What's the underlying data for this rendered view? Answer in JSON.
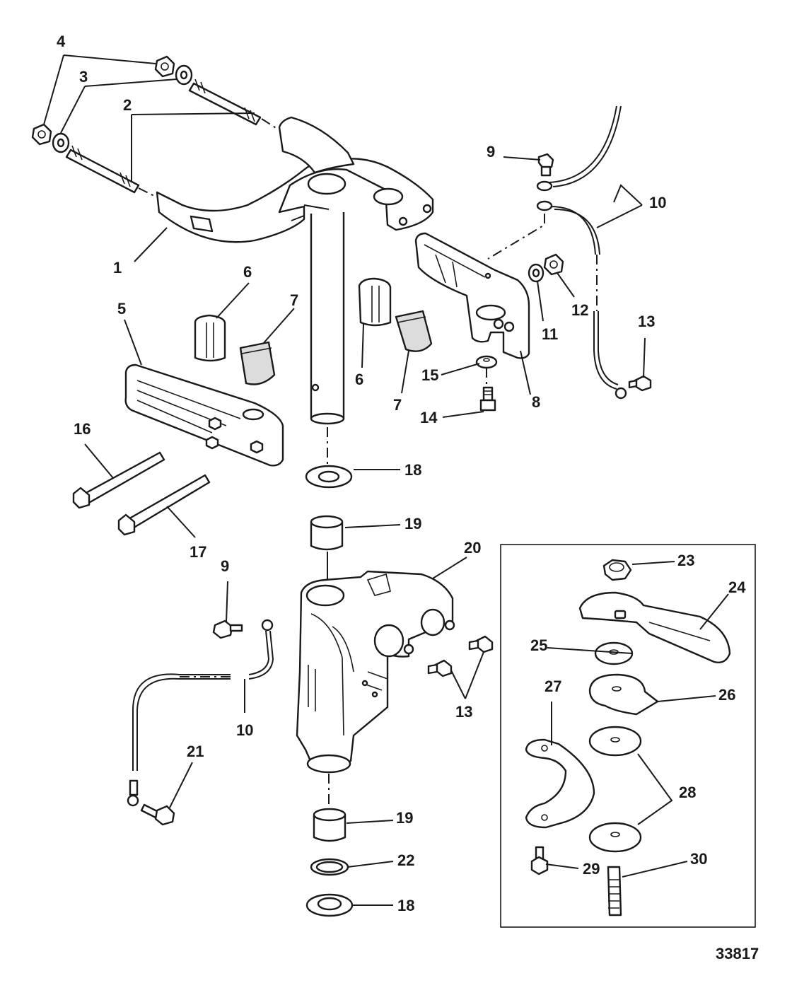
{
  "figure_number": "33817",
  "callouts": {
    "c1": "1",
    "c2": "2",
    "c3": "3",
    "c4": "4",
    "c5": "5",
    "c6a": "6",
    "c6b": "6",
    "c7a": "7",
    "c7b": "7",
    "c8": "8",
    "c9a": "9",
    "c9b": "9",
    "c10a": "10",
    "c10b": "10",
    "c11": "11",
    "c12": "12",
    "c13a": "13",
    "c13b": "13",
    "c14": "14",
    "c15": "15",
    "c16": "16",
    "c17": "17",
    "c18a": "18",
    "c18b": "18",
    "c19a": "19",
    "c19b": "19",
    "c20": "20",
    "c21": "21",
    "c22": "22",
    "c23": "23",
    "c24": "24",
    "c25": "25",
    "c26": "26",
    "c27": "27",
    "c28": "28",
    "c29": "29",
    "c30": "30"
  }
}
